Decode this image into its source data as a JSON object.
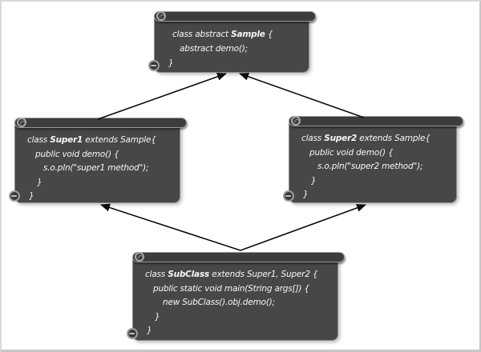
{
  "window": {
    "background": "#ffffff",
    "frame_border": "#cccccc"
  },
  "palette": {
    "node_fill": "#474747",
    "node_bar_fill": "#3d3d3d",
    "node_border": "#989898",
    "code_text": "#f7f7f7",
    "arrow": "#0d0d0d"
  },
  "diagram": {
    "type": "inheritance-diagram",
    "nodes": [
      {
        "id": "sample",
        "class_name": "Sample",
        "lines": [
          {
            "indent": 7,
            "segments": [
              {
                "text": "class abstract "
              },
              {
                "text": "Sample",
                "bold": true
              },
              {
                "text": " {"
              }
            ]
          },
          {
            "indent": 16,
            "segments": [
              {
                "text": "abstract demo();"
              }
            ]
          },
          {
            "indent": 2,
            "segments": [
              {
                "text": "}"
              }
            ]
          }
        ]
      },
      {
        "id": "super1",
        "class_name": "Super1",
        "lines": [
          {
            "indent": 0,
            "segments": [
              {
                "text": "class "
              },
              {
                "text": "Super1",
                "bold": true
              },
              {
                "text": " extends Sample{"
              }
            ]
          },
          {
            "indent": 10,
            "segments": [
              {
                "text": "public void demo() {"
              }
            ]
          },
          {
            "indent": 20,
            "segments": [
              {
                "text": "s.o.pln(\"super1 method\");"
              }
            ]
          },
          {
            "indent": 12,
            "segments": [
              {
                "text": "}"
              }
            ]
          },
          {
            "indent": 2,
            "segments": [
              {
                "text": "}"
              }
            ]
          }
        ]
      },
      {
        "id": "super2",
        "class_name": "Super2",
        "lines": [
          {
            "indent": 0,
            "segments": [
              {
                "text": "class "
              },
              {
                "text": "Super2",
                "bold": true
              },
              {
                "text": " extends Sample{"
              }
            ]
          },
          {
            "indent": 10,
            "segments": [
              {
                "text": "public void demo() {"
              }
            ]
          },
          {
            "indent": 20,
            "segments": [
              {
                "text": "s.o.pln(\"super2 method\");"
              }
            ]
          },
          {
            "indent": 12,
            "segments": [
              {
                "text": "}"
              }
            ]
          },
          {
            "indent": 2,
            "segments": [
              {
                "text": "}"
              }
            ]
          }
        ]
      },
      {
        "id": "subclass",
        "class_name": "SubClass",
        "lines": [
          {
            "indent": 0,
            "segments": [
              {
                "text": "class "
              },
              {
                "text": "SubClass",
                "bold": true
              },
              {
                "text": " extends Super1, Super2 {"
              }
            ]
          },
          {
            "indent": 10,
            "segments": [
              {
                "text": "public static void main(String args[]) {"
              }
            ]
          },
          {
            "indent": 22,
            "segments": [
              {
                "text": "new SubClass().obj.demo();"
              }
            ]
          },
          {
            "indent": 12,
            "segments": [
              {
                "text": "}"
              }
            ]
          },
          {
            "indent": 2,
            "segments": [
              {
                "text": "}"
              }
            ]
          }
        ]
      }
    ],
    "edges": [
      {
        "from": "super1",
        "to": "sample"
      },
      {
        "from": "super2",
        "to": "sample"
      },
      {
        "from": "subclass",
        "to": "super1"
      },
      {
        "from": "subclass",
        "to": "super2"
      }
    ]
  }
}
